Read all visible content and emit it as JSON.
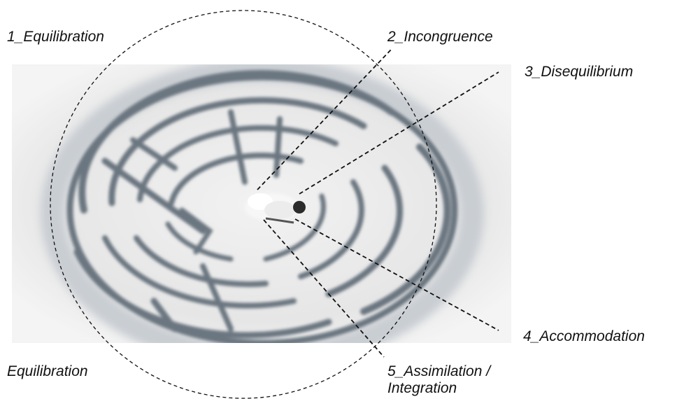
{
  "labels": {
    "stage1": "1_Equilibration",
    "stage2": "2_Incongruence",
    "stage3": "3_Disequilibrium",
    "stage4": "4_Accommodation",
    "stage5_line1": "5_Assimilation /",
    "stage5_line2": "Integration",
    "bottom_left": "Equilibration"
  },
  "colors": {
    "sand": "#e9e9e9",
    "groove": "#5f6b76",
    "line": "#111111",
    "background": "#ffffff"
  },
  "photo": {
    "subject": "sand labyrinth with a person seated at the center",
    "icon": "sand-labyrinth-photo"
  }
}
